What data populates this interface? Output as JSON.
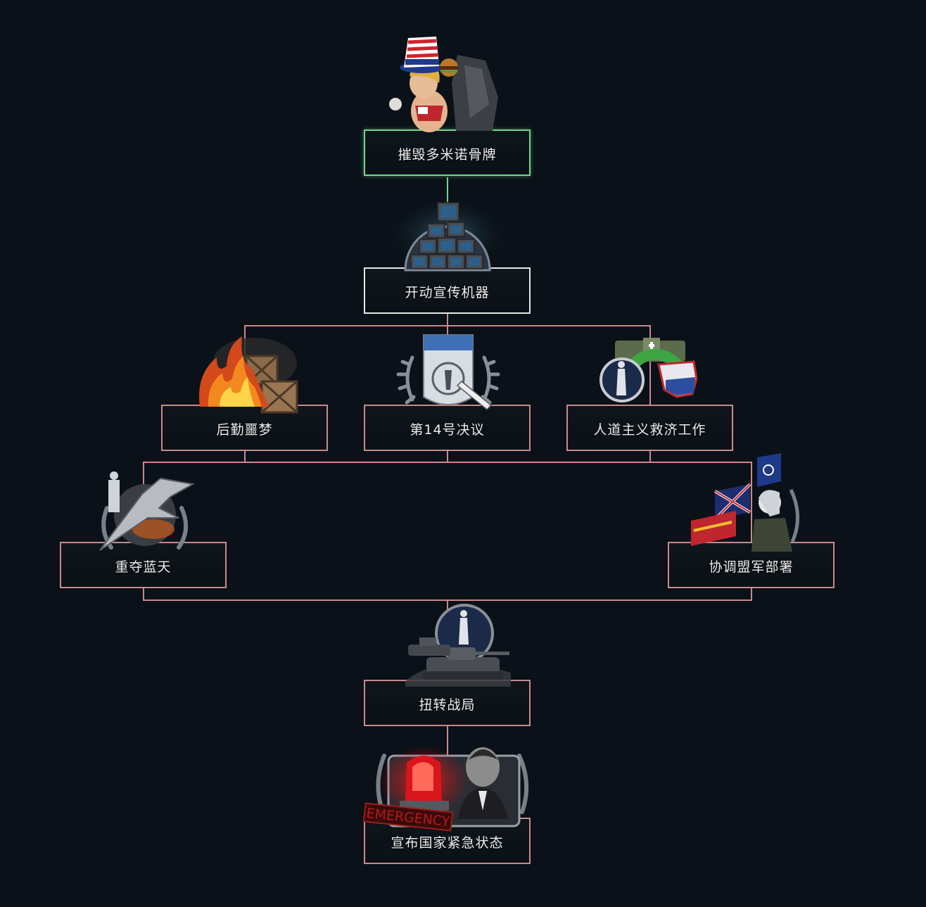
{
  "focus_tree": {
    "nodes": [
      {
        "id": "dominoes",
        "label": "摧毁多米诺骨牌",
        "icon": "uncle-sam-burger-icon",
        "state": "completed"
      },
      {
        "id": "propaganda",
        "label": "开动宣传机器",
        "icon": "tv-stack-icon",
        "state": "available"
      },
      {
        "id": "logistics",
        "label": "后勤噩梦",
        "icon": "burning-crates-icon",
        "state": "locked"
      },
      {
        "id": "resolution14",
        "label": "第14号决议",
        "icon": "un-resolution-document-icon",
        "state": "locked"
      },
      {
        "id": "humanitarian",
        "label": "人道主义救济工作",
        "icon": "aid-supplies-icon",
        "state": "locked"
      },
      {
        "id": "skies",
        "label": "重夺蓝天",
        "icon": "fighter-jet-icon",
        "state": "locked"
      },
      {
        "id": "allied",
        "label": "协调盟军部署",
        "icon": "allied-flags-soldier-icon",
        "state": "locked"
      },
      {
        "id": "turn_tide",
        "label": "扭转战局",
        "icon": "tank-column-icon",
        "state": "locked"
      },
      {
        "id": "emergency",
        "label": "宣布国家紧急状态",
        "icon": "emergency-siren-icon",
        "state": "locked"
      }
    ],
    "emergency_stamp": "EMERGENCY",
    "colors": {
      "background": "#0b1118",
      "line": "#c98a8c",
      "completed": "#6fd98a",
      "available": "#e8e8e8"
    }
  }
}
